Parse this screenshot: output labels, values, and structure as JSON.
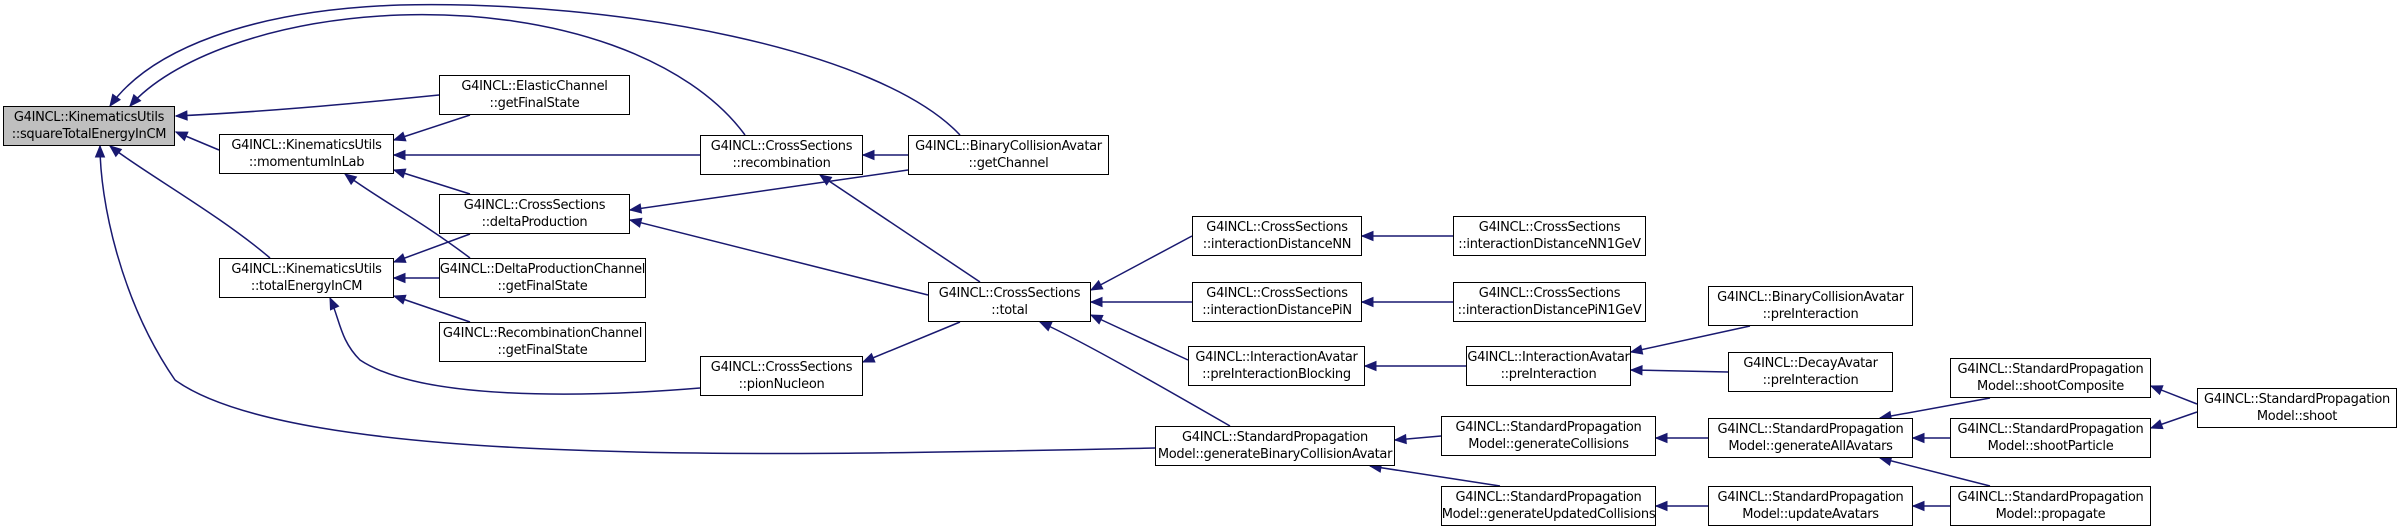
{
  "nodes": {
    "root": [
      "G4INCL::KinematicsUtils",
      "::squareTotalEnergyInCM"
    ],
    "momentumLab": [
      "G4INCL::KinematicsUtils",
      "::momentumInLab"
    ],
    "totalEnergyInCM": [
      "G4INCL::KinematicsUtils",
      "::totalEnergyInCM"
    ],
    "elasticGetFinalState": [
      "G4INCL::ElasticChannel",
      "::getFinalState"
    ],
    "deltaProduction": [
      "G4INCL::CrossSections",
      "::deltaProduction"
    ],
    "deltaProdGetFinalState": [
      "G4INCL::DeltaProductionChannel",
      "::getFinalState"
    ],
    "recombGetFinalState": [
      "G4INCL::RecombinationChannel",
      "::getFinalState"
    ],
    "recombination": [
      "G4INCL::CrossSections",
      "::recombination"
    ],
    "pionNucleon": [
      "G4INCL::CrossSections",
      "::pionNucleon"
    ],
    "getChannel": [
      "G4INCL::BinaryCollisionAvatar",
      "::getChannel"
    ],
    "total": [
      "G4INCL::CrossSections",
      "::total"
    ],
    "generateBinaryCollisionAvatar": [
      "G4INCL::StandardPropagation",
      "Model::generateBinaryCollisionAvatar"
    ],
    "interactionDistanceNN": [
      "G4INCL::CrossSections",
      "::interactionDistanceNN"
    ],
    "interactionDistancePiN": [
      "G4INCL::CrossSections",
      "::interactionDistancePiN"
    ],
    "preInteractionBlocking": [
      "G4INCL::InteractionAvatar",
      "::preInteractionBlocking"
    ],
    "interactionDistanceNN1GeV": [
      "G4INCL::CrossSections",
      "::interactionDistanceNN1GeV"
    ],
    "interactionDistancePiN1GeV": [
      "G4INCL::CrossSections",
      "::interactionDistancePiN1GeV"
    ],
    "preInteraction": [
      "G4INCL::InteractionAvatar",
      "::preInteraction"
    ],
    "generateCollisions": [
      "G4INCL::StandardPropagation",
      "Model::generateCollisions"
    ],
    "generateUpdatedCollisions": [
      "G4INCL::StandardPropagation",
      "Model::generateUpdatedCollisions"
    ],
    "binaryPreInteraction": [
      "G4INCL::BinaryCollisionAvatar",
      "::preInteraction"
    ],
    "decayPreInteraction": [
      "G4INCL::DecayAvatar",
      "::preInteraction"
    ],
    "generateAllAvatars": [
      "G4INCL::StandardPropagation",
      "Model::generateAllAvatars"
    ],
    "updateAvatars": [
      "G4INCL::StandardPropagation",
      "Model::updateAvatars"
    ],
    "shootComposite": [
      "G4INCL::StandardPropagation",
      "Model::shootComposite"
    ],
    "shootParticle": [
      "G4INCL::StandardPropagation",
      "Model::shootParticle"
    ],
    "propagate": [
      "G4INCL::StandardPropagation",
      "Model::propagate"
    ],
    "shoot": [
      "G4INCL::StandardPropagation",
      "Model::shoot"
    ]
  },
  "edges": [
    [
      "momentumLab",
      "root"
    ],
    [
      "totalEnergyInCM",
      "root"
    ],
    [
      "elasticGetFinalState",
      "root"
    ],
    [
      "recombination",
      "root"
    ],
    [
      "getChannel",
      "root"
    ],
    [
      "generateBinaryCollisionAvatar",
      "root"
    ],
    [
      "elasticGetFinalState",
      "momentumLab"
    ],
    [
      "recombination",
      "momentumLab"
    ],
    [
      "deltaProduction",
      "momentumLab"
    ],
    [
      "deltaProdGetFinalState",
      "momentumLab"
    ],
    [
      "deltaProduction",
      "totalEnergyInCM"
    ],
    [
      "deltaProdGetFinalState",
      "totalEnergyInCM"
    ],
    [
      "recombGetFinalState",
      "totalEnergyInCM"
    ],
    [
      "pionNucleon",
      "totalEnergyInCM"
    ],
    [
      "getChannel",
      "recombination"
    ],
    [
      "getChannel",
      "deltaProduction"
    ],
    [
      "total",
      "recombination"
    ],
    [
      "total",
      "deltaProduction"
    ],
    [
      "total",
      "pionNucleon"
    ],
    [
      "interactionDistanceNN",
      "total"
    ],
    [
      "interactionDistancePiN",
      "total"
    ],
    [
      "preInteractionBlocking",
      "total"
    ],
    [
      "generateBinaryCollisionAvatar",
      "total"
    ],
    [
      "interactionDistanceNN1GeV",
      "interactionDistanceNN"
    ],
    [
      "interactionDistancePiN1GeV",
      "interactionDistancePiN"
    ],
    [
      "preInteraction",
      "preInteractionBlocking"
    ],
    [
      "generateCollisions",
      "generateBinaryCollisionAvatar"
    ],
    [
      "generateUpdatedCollisions",
      "generateBinaryCollisionAvatar"
    ],
    [
      "binaryPreInteraction",
      "preInteraction"
    ],
    [
      "decayPreInteraction",
      "preInteraction"
    ],
    [
      "generateAllAvatars",
      "generateCollisions"
    ],
    [
      "updateAvatars",
      "generateUpdatedCollisions"
    ],
    [
      "shootComposite",
      "generateAllAvatars"
    ],
    [
      "shootParticle",
      "generateAllAvatars"
    ],
    [
      "propagate",
      "generateAllAvatars"
    ],
    [
      "propagate",
      "updateAvatars"
    ],
    [
      "shoot",
      "shootComposite"
    ],
    [
      "shoot",
      "shootParticle"
    ]
  ],
  "colors": {
    "edge": "#191970",
    "root_fill": "#bfbfbf",
    "node_fill": "#ffffff",
    "border": "#000000"
  }
}
